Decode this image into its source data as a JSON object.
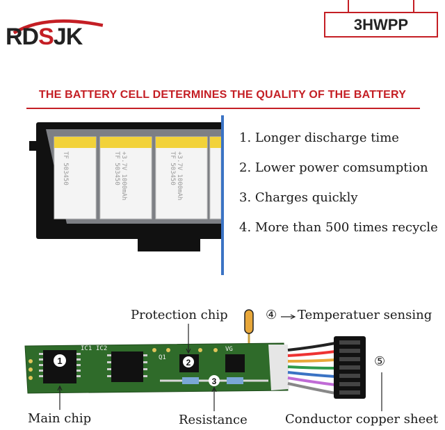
{
  "brand": {
    "logo_text_a": "RD",
    "logo_text_b": "S",
    "logo_text_c": "JK"
  },
  "model": {
    "code": "3HWPP"
  },
  "headline": "THE BATTERY CELL DETERMINES THE QUALITY OF THE BATTERY",
  "features": [
    "1. Longer discharge time",
    "2. Lower power comsumption",
    "3. Charges quickly",
    "4. More than 500 times recycle"
  ],
  "cell_label": {
    "line1": "TF 503450",
    "line2": "+3.7V 1000mAh"
  },
  "board": {
    "labels": {
      "protection_chip": "Protection chip",
      "temperature": "Temperatuer sensing",
      "temperature_marker": "④",
      "conductor_marker": "⑤",
      "main_chip": "Main chip",
      "resistance": "Resistance",
      "conductor": "Conductor copper sheet"
    },
    "markers": {
      "main_chip": "1",
      "protection_chip": "2",
      "resistance": "3"
    },
    "silkscreen": {
      "ic1": "IC1",
      "ic2": "IC2",
      "q": "Q1",
      "vg": "VG"
    }
  },
  "colors": {
    "brand_red": "#c41e24",
    "cell_yellow": "#f2d23a",
    "pcb_green": "#2f6b2a",
    "accent_blue": "#3b73c4"
  }
}
